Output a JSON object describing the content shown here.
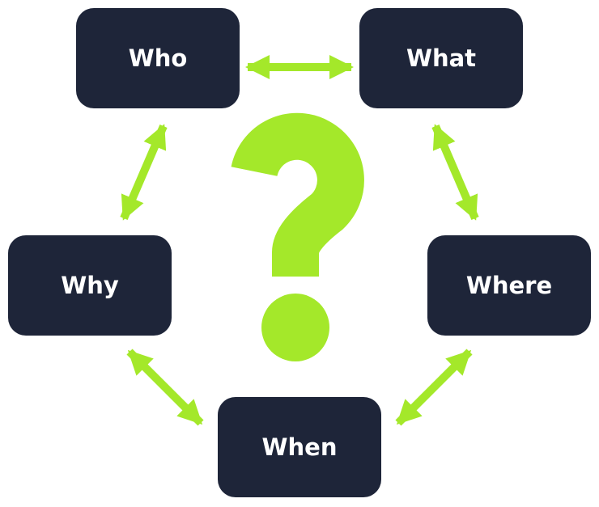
{
  "colors": {
    "box": "#1e2539",
    "accent": "#a4e82a",
    "text": "#ffffff"
  },
  "nodes": {
    "who": "Who",
    "what": "What",
    "where": "Where",
    "when": "When",
    "why": "Why"
  },
  "center_icon": "question-mark-icon"
}
